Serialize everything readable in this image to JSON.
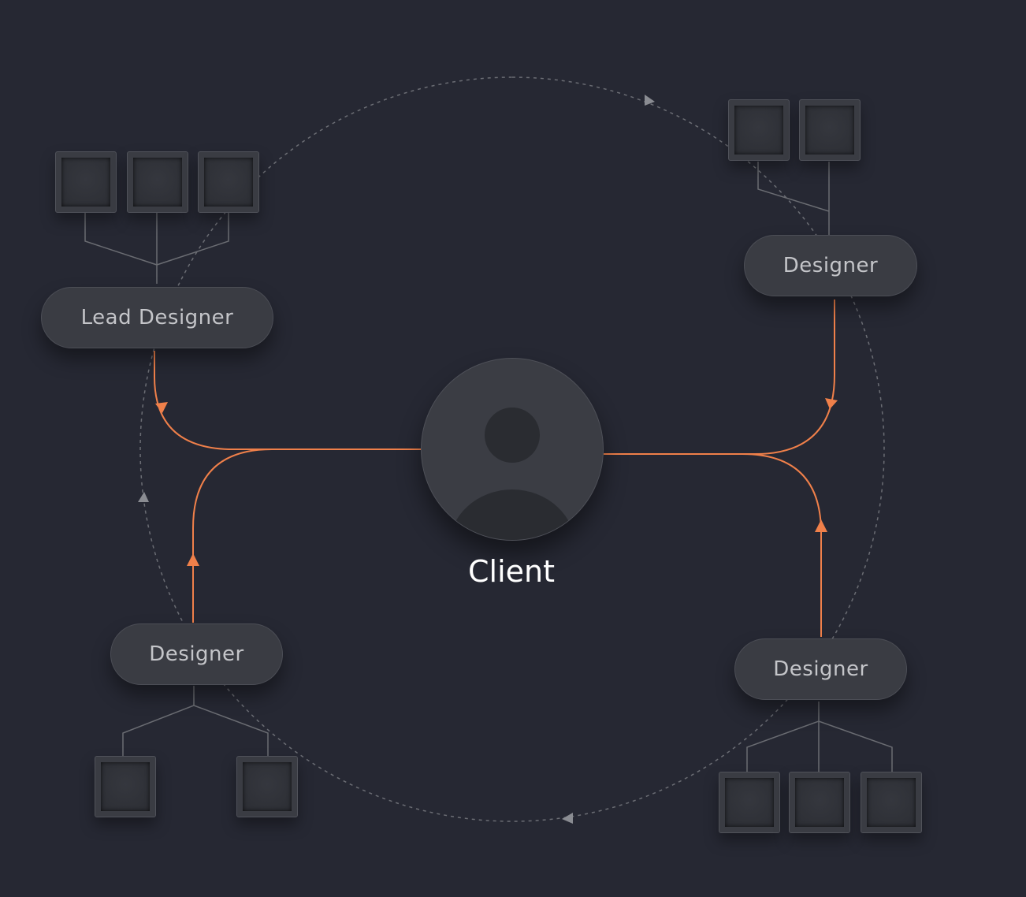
{
  "client": {
    "label": "Client",
    "icon": "user-avatar-icon"
  },
  "roles": [
    {
      "id": "lead",
      "label": "Lead Designer",
      "files": 3
    },
    {
      "id": "top-right",
      "label": "Designer",
      "files": 2
    },
    {
      "id": "bottom-left",
      "label": "Designer",
      "files": 2
    },
    {
      "id": "bottom-right",
      "label": "Designer",
      "files": 3
    }
  ],
  "colors": {
    "background": "#262833",
    "connector": "#f0804a",
    "cycle": "#6b6d74",
    "tree": "#6a6c72",
    "text": "#c4c5c9",
    "client_text": "#ffffff"
  }
}
